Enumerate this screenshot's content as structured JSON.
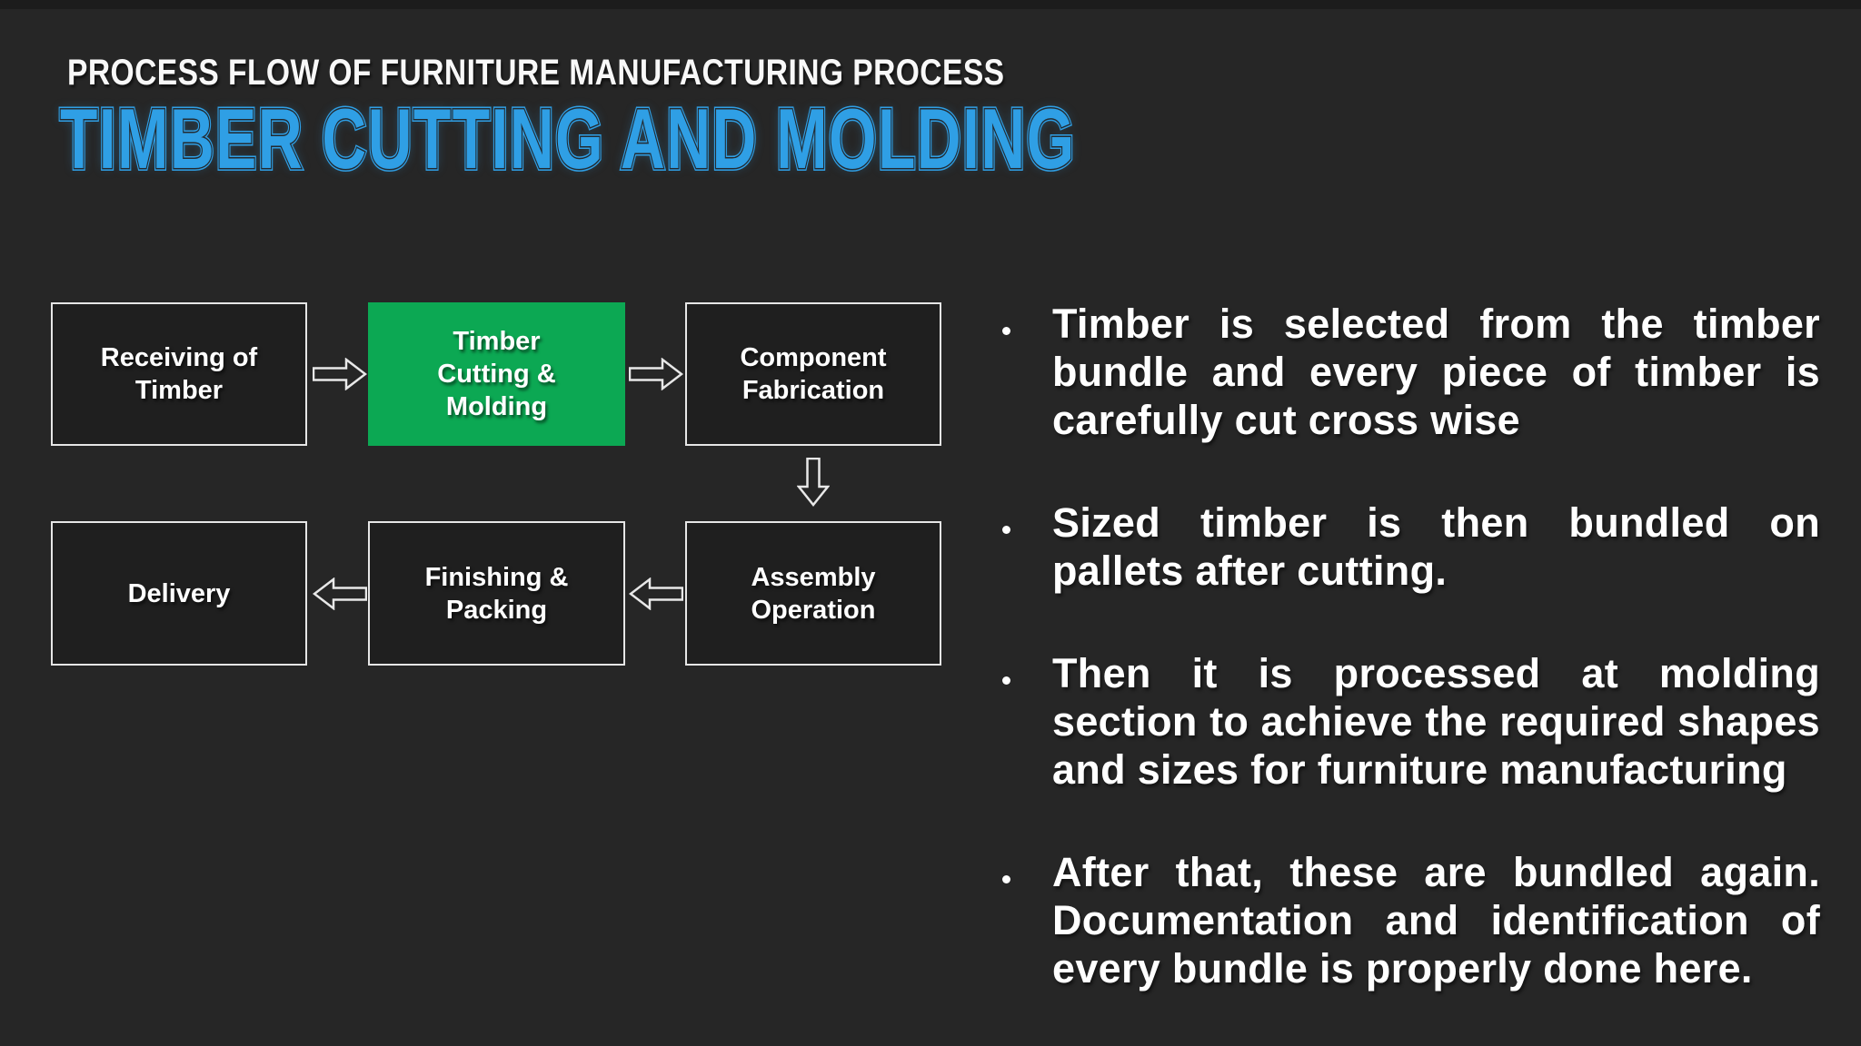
{
  "header": {
    "kicker": "PROCESS FLOW OF FURNITURE MANUFACTURING PROCESS",
    "title": "TIMBER CUTTING AND MOLDING"
  },
  "colors": {
    "background": "#262626",
    "node_fill": "#1f1f1f",
    "node_border": "#e6e6e6",
    "highlight_green": "#0ca853",
    "title_blue": "#2f9fe5",
    "text_white": "#ffffff"
  },
  "flowchart": {
    "nodes": [
      {
        "id": "receiving",
        "label": "Receiving of\nTimber",
        "highlighted": false
      },
      {
        "id": "cutting",
        "label": "Timber\nCutting &\nMolding",
        "highlighted": true
      },
      {
        "id": "fabrication",
        "label": "Component\nFabrication",
        "highlighted": false
      },
      {
        "id": "delivery",
        "label": "Delivery",
        "highlighted": false
      },
      {
        "id": "finishing",
        "label": "Finishing &\nPacking",
        "highlighted": false
      },
      {
        "id": "assembly",
        "label": "Assembly\nOperation",
        "highlighted": false
      }
    ],
    "arrows": [
      {
        "from": "Receiving of Timber",
        "to": "Timber Cutting & Molding",
        "direction": "right"
      },
      {
        "from": "Timber Cutting & Molding",
        "to": "Component Fabrication",
        "direction": "right"
      },
      {
        "from": "Component Fabrication",
        "to": "Assembly Operation",
        "direction": "down"
      },
      {
        "from": "Assembly Operation",
        "to": "Finishing & Packing",
        "direction": "left"
      },
      {
        "from": "Finishing & Packing",
        "to": "Delivery",
        "direction": "left"
      }
    ]
  },
  "bullets": [
    "Timber is selected from the timber bundle and every piece of timber is carefully cut cross wise",
    "Sized timber is then bundled on pallets after cutting.",
    "Then it is processed at molding section to achieve the required shapes and sizes for furniture manufacturing",
    "After that, these are bundled again. Documentation and identification of every bundle is properly done here."
  ]
}
